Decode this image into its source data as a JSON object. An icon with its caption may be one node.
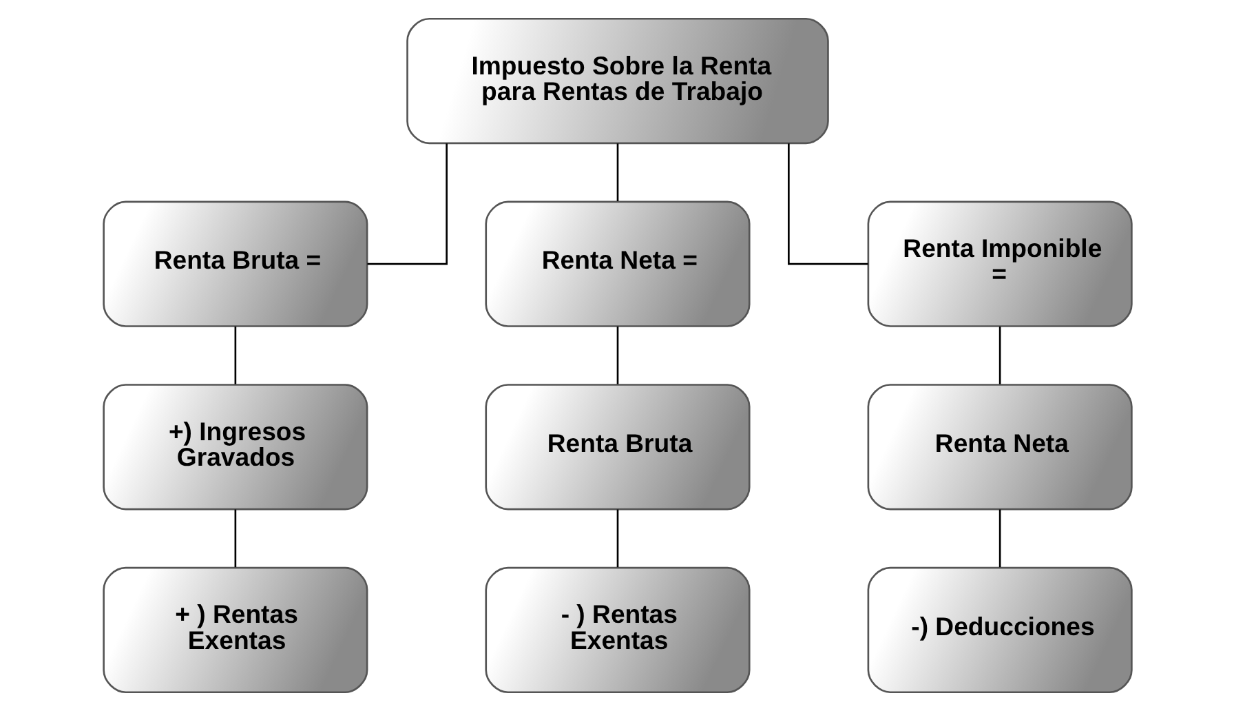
{
  "diagram": {
    "nodes": [
      {
        "text": [
          "Impuesto Sobre la Renta para Rentas de Trabajo"
        ]
      },
      {
        "text": [
          "Renta Bruta ="
        ]
      },
      {
        "text": [
          "Renta Neta ="
        ]
      },
      {
        "text": [
          "Renta Imponible ="
        ]
      },
      {
        "text": [
          "+) Ingresos Gravados"
        ]
      },
      {
        "text": [
          "Renta Bruta"
        ]
      },
      {
        "text": [
          "Renta Neta"
        ]
      },
      {
        "text": [
          "+ ) Rentas Exentas"
        ]
      },
      {
        "text": [
          "- ) Rentas Exentas"
        ]
      },
      {
        "text": [
          "-) Deducciones"
        ]
      }
    ],
    "edges": [
      {
        "from": 0,
        "to": 1,
        "arrow": "none"
      },
      {
        "from": 0,
        "to": 2,
        "arrow": "none"
      },
      {
        "from": 0,
        "to": 3,
        "arrow": "none"
      },
      {
        "from": 1,
        "to": 4,
        "arrow": "none"
      },
      {
        "from": 4,
        "to": 7,
        "arrow": "none"
      },
      {
        "from": 2,
        "to": 5,
        "arrow": "none"
      },
      {
        "from": 5,
        "to": 8,
        "arrow": "none"
      },
      {
        "from": 3,
        "to": 6,
        "arrow": "none"
      },
      {
        "from": 6,
        "to": 9,
        "arrow": "none"
      }
    ]
  }
}
